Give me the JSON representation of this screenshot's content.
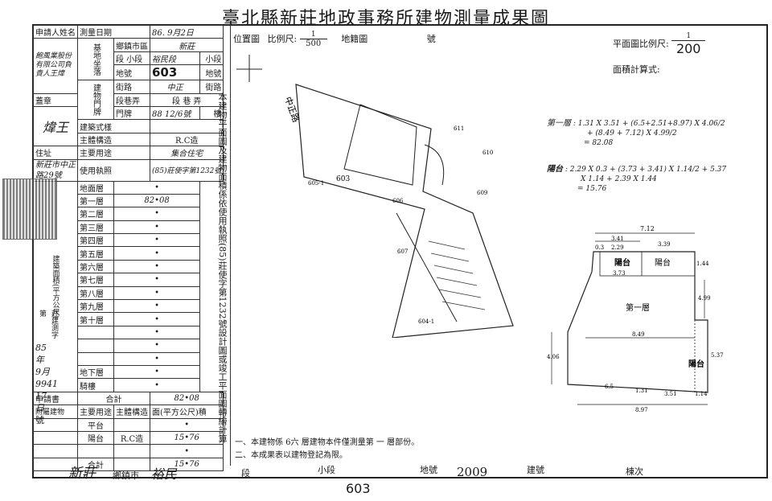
{
  "title": "臺北縣新莊地政事務所建物測量成果圖",
  "form": {
    "applicant_label": "申請人姓名",
    "applicant_value": "飽風業股份有限公司負責人王煒",
    "seal_label": "蓋章",
    "seal_value": "煒王",
    "address_label": "住址",
    "address_value": "新莊市中正路29號",
    "survey_date_label": "測量日期",
    "survey_date_value": "86. 9月2日",
    "township_label": "鄉鎮市區",
    "township_value": "新莊",
    "section_label": "段 小段",
    "section_value": "裕民段",
    "subsection_suffix": "小段",
    "lot_label": "地號",
    "lot_value": "603",
    "street_label": "街路",
    "street_value": "中正",
    "street_suffix": "街路",
    "lane_label": "段巷弄",
    "lane_value": "段 巷 弄",
    "door_label": "門牌",
    "door_value": "88 12/6號",
    "door_suffix": "樓",
    "base_label": "基地坐落",
    "bldg_label": "建物門牌",
    "style_label": "建築式樣",
    "structure_label": "主體構造",
    "structure_value": "R.C造",
    "use_label": "主要用途",
    "use_value": "集合住宅",
    "license_label": "使用執照",
    "license_value": "(85)莊使字第1232號",
    "area_label": "建築面積(平方公尺)",
    "floors": [
      {
        "name": "地面層",
        "area": "•"
      },
      {
        "name": "第一層",
        "area": "82•08"
      },
      {
        "name": "第二層",
        "area": "•"
      },
      {
        "name": "第三層",
        "area": "•"
      },
      {
        "name": "第四層",
        "area": "•"
      },
      {
        "name": "第五層",
        "area": "•"
      },
      {
        "name": "第六層",
        "area": "•"
      },
      {
        "name": "第七層",
        "area": "•"
      },
      {
        "name": "第八層",
        "area": "•"
      },
      {
        "name": "第九層",
        "area": "•"
      },
      {
        "name": "第十層",
        "area": "•"
      },
      {
        "name": "",
        "area": "•"
      },
      {
        "name": "",
        "area": "•"
      },
      {
        "name": "",
        "area": "•"
      },
      {
        "name": "地下層",
        "area": "•"
      },
      {
        "name": "騎樓",
        "area": "•"
      }
    ],
    "total_label": "合計",
    "total_value": "82•08",
    "request_label": "申請書",
    "request_no_label": "莊建測字第",
    "request_year": "85年",
    "request_month": "9月",
    "request_day": "17日",
    "request_no": "9941",
    "request_hao": "號",
    "annex_label": "附屬建物",
    "annex_use_label": "主要用途",
    "annex_struct_label": "主體構造",
    "annex_area_label": "面(平方公尺)積",
    "annex_rows": [
      {
        "use": "平台",
        "struct": "",
        "area": "•"
      },
      {
        "use": "陽台",
        "struct": "R.C造",
        "area": "15•76"
      },
      {
        "use": "",
        "struct": "",
        "area": "•"
      },
      {
        "use": "合計",
        "struct": "",
        "area": "15•76"
      }
    ]
  },
  "vertical_note": "本建物平面圖及建物面積係依使用執照(85)莊使字第1232號設計圖或竣工平面圖轉繪計算",
  "map": {
    "location_label": "位置圖",
    "scale_label": "比例尺:",
    "scale_num": "1",
    "scale_den": "500",
    "cadastral_label": "地籍圖",
    "no_label": "號",
    "road_label": "中正路",
    "lot_label": "603",
    "lots": [
      "611",
      "610",
      "609",
      "606",
      "607",
      "605-1",
      "604-1"
    ]
  },
  "plan": {
    "scale_label": "平面圖比例尺:",
    "scale_num": "1",
    "scale_den": "200",
    "calc_label": "面積計算式:",
    "floor1_label": "第一層",
    "floor1_formula_1": ": 1.31 X 3.51 + (6.5+2.51+8.97) X 4.06/2",
    "floor1_formula_2": "+ (8.49 + 7.12) X 4.99/2",
    "floor1_result": "= 82.08",
    "balcony_label": "陽台",
    "balcony_formula_1": ": 2.29 X 0.3 + (3.73 + 3.41) X 1.14/2 + 5.37",
    "balcony_formula_2": "X 1.14 + 2.39 X 1.44",
    "balcony_result": "= 15.76",
    "dims": [
      "7.12",
      "3.41",
      "0.3",
      "2.29",
      "3.39",
      "1.44",
      "3.73",
      "4.99",
      "8.49",
      "4.06",
      "5.37",
      "6.5",
      "1.31",
      "3.51",
      "1.14",
      "8.97"
    ],
    "room_balcony_1": "陽台",
    "room_balcony_2": "陽台",
    "room_balcony_3": "陽台",
    "room_floor": "第一層"
  },
  "notes": {
    "note1": "一、本建物係  6六  層建物本件僅測量第  一  層部份。",
    "note2": "二、本成果表以建物登記為限。"
  },
  "bottom": {
    "township_value": "新莊",
    "township_label": "鄉鎮市",
    "section_value": "裕民",
    "section_label": "段",
    "subsection_label": "小段",
    "lot_value": "603",
    "lot_label": "地號",
    "bldg_no_value": "2009",
    "bldg_no_label": "建號",
    "unit_label": "棟次"
  }
}
